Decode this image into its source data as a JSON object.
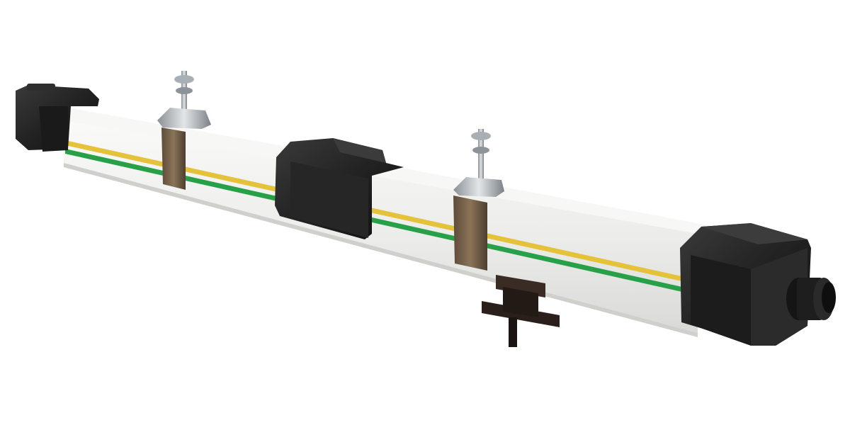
{
  "scene": {
    "background_color": "#ffffff",
    "objects": [
      {
        "name": "busbar-rail",
        "color": "#f1f1ee"
      },
      {
        "name": "stripe-yellow",
        "color": "#e4c23a"
      },
      {
        "name": "stripe-green",
        "color": "#28a048"
      },
      {
        "name": "end-cap-left",
        "color": "#1f1f1f"
      },
      {
        "name": "joint-cover-center",
        "color": "#1f1f1f"
      },
      {
        "name": "end-feed-box-right",
        "color": "#1f1f1f"
      },
      {
        "name": "cable-gland",
        "color": "#1a1a1a"
      },
      {
        "name": "hanger-clamp-left",
        "color": "#bfc3c7"
      },
      {
        "name": "hanger-clamp-right",
        "color": "#bfc3c7"
      },
      {
        "name": "hanger-bolt-left",
        "color": "#9aa3aa"
      },
      {
        "name": "hanger-bolt-right",
        "color": "#9aa3aa"
      },
      {
        "name": "collector-trolley",
        "color": "#2a1f1a"
      }
    ]
  }
}
